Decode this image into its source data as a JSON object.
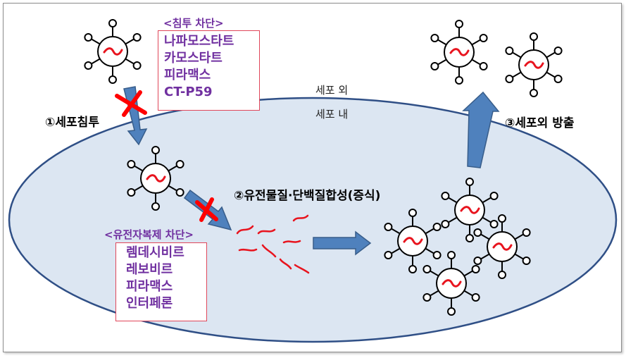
{
  "labels": {
    "outside_cell": "세포 외",
    "inside_cell": "세포 내",
    "step1": "①세포침투",
    "step2": "②유전물질·단백질합성(증식)",
    "step3": "③세포외 방출"
  },
  "entry_block": {
    "title": "<침투 차단>",
    "drugs": [
      "나파모스타트",
      "카모스타트",
      "피라맥스",
      "CT-P59"
    ]
  },
  "replication_block": {
    "title": "<유전자복제 차단>",
    "drugs": [
      "렘데시비르",
      "레보비르",
      "피라맥스",
      "인터페론"
    ]
  },
  "colors": {
    "cell_fill": "#dce6f2",
    "cell_stroke": "#2f4f86",
    "arrow_fill": "#4f81bd",
    "arrow_stroke": "#385d8a",
    "rna": "#e8141e",
    "block_x": "#ff0000",
    "drug_text": "#7030a0",
    "box_border": "#e0465a"
  }
}
